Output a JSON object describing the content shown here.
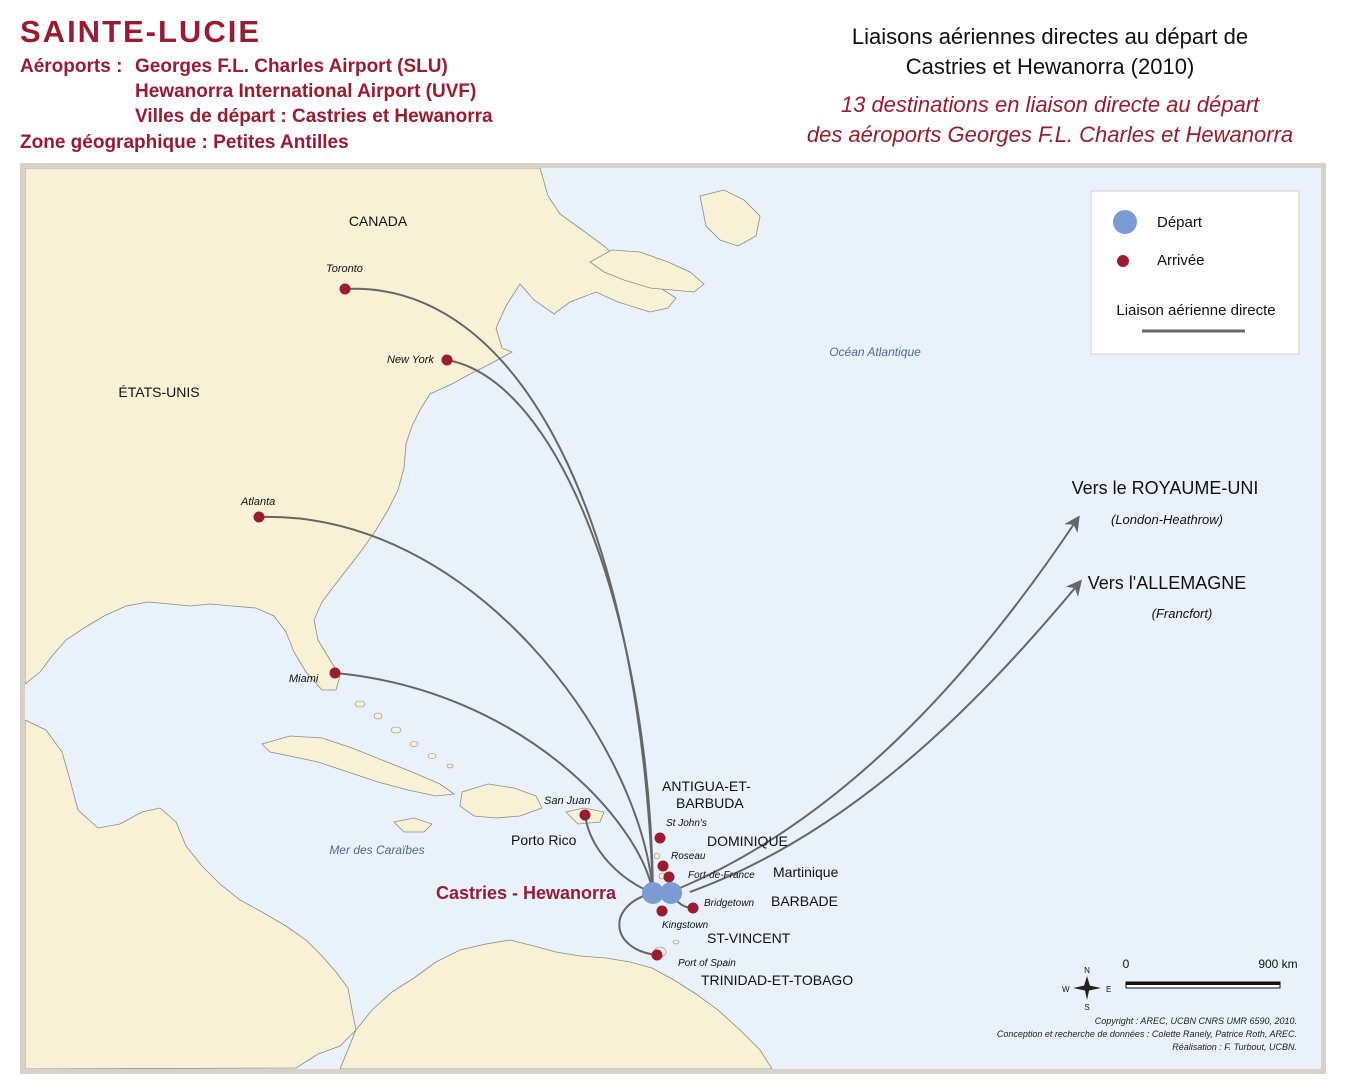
{
  "header": {
    "title": "SAINTE-LUCIE",
    "airports_label": "Aéroports :",
    "airport_1": "Georges F.L. Charles Airport (SLU)",
    "airport_2": "Hewanorra International Airport (UVF)",
    "departure_cities": "Villes de départ : Castries et Hewanorra",
    "zone": "Zone géographique : Petites Antilles"
  },
  "map_title": {
    "line1": "Liaisons aériennes directes au départ de",
    "line2": "Castries et Hewanorra (2010)",
    "subtitle1": "13 destinations en liaison directe au départ",
    "subtitle2": "des aéroports Georges F.L. Charles et Hewanorra"
  },
  "colors": {
    "land": "#f9f1d6",
    "sea": "#e9f1fb",
    "route": "#666666",
    "departure": "#7b9bd3",
    "arrival": "#9b1b30",
    "accent_text": "#9b1b30"
  },
  "legend": {
    "departure": "Départ",
    "arrival": "Arrivée",
    "route": "Liaison aérienne directe"
  },
  "regions": {
    "canada": "CANADA",
    "usa": "ÉTATS-UNIS",
    "ocean": "Océan Atlantique",
    "caribbean_sea": "Mer des Caraïbes",
    "puerto_rico": "Porto Rico",
    "antigua_1": "ANTIGUA-ET-",
    "antigua_2": "BARBUDA",
    "dominica": "DOMINIQUE",
    "martinique": "Martinique",
    "barbados": "BARBADE",
    "st_vincent": "ST-VINCENT",
    "trinidad": "TRINIDAD-ET-TOBAGO",
    "origin": "Castries - Hewanorra"
  },
  "cities": {
    "toronto": "Toronto",
    "new_york": "New York",
    "atlanta": "Atlanta",
    "miami": "Miami",
    "san_juan": "San Juan",
    "st_johns": "St John's",
    "roseau": "Roseau",
    "fort_de_france": "Fort-de-France",
    "bridgetown": "Bridgetown",
    "kingstown": "Kingstown",
    "port_of_spain": "Port of Spain"
  },
  "long_haul": {
    "uk_label": "Vers le ROYAUME-UNI",
    "uk_city": "(London-Heathrow)",
    "de_label": "Vers l'ALLEMAGNE",
    "de_city": "(Francfort)"
  },
  "scale": {
    "start": "0",
    "end": "900 km"
  },
  "compass": {
    "n": "N",
    "s": "S",
    "e": "E",
    "w": "W"
  },
  "credits": {
    "line1": "Copyright : AREC, UCBN CNRS UMR 6590, 2010.",
    "line2": "Conception et recherche de données : Colette Ranely, Patrice Roth, AREC.",
    "line3": "Réalisation : F. Turbout, UCBN."
  }
}
